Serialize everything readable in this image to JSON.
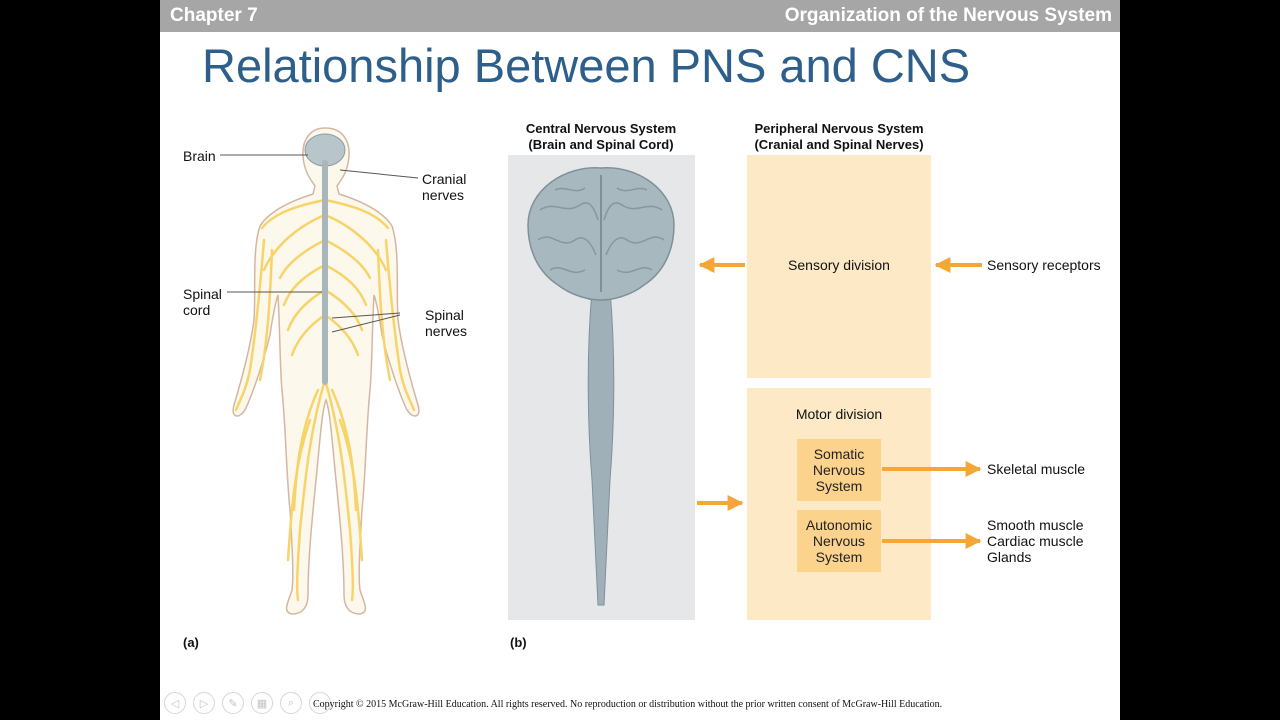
{
  "header": {
    "chapter": "Chapter 7",
    "section": "Organization of the Nervous System"
  },
  "title": "Relationship Between PNS and CNS",
  "figure_a": {
    "labels": {
      "brain": "Brain",
      "cranial_nerves": [
        "Cranial",
        "nerves"
      ],
      "spinal_cord": [
        "Spinal",
        "cord"
      ],
      "spinal_nerves": [
        "Spinal",
        "nerves"
      ]
    },
    "panel_label": "(a)"
  },
  "figure_b": {
    "cns_header": [
      "Central Nervous System",
      "(Brain and Spinal Cord)"
    ],
    "pns_header": [
      "Peripheral Nervous System",
      "(Cranial and Spinal Nerves)"
    ],
    "sensory_division": "Sensory division",
    "sensory_receptors": "Sensory receptors",
    "motor_division": "Motor division",
    "somatic": [
      "Somatic",
      "Nervous",
      "System"
    ],
    "autonomic": [
      "Autonomic",
      "Nervous",
      "System"
    ],
    "skeletal_muscle": "Skeletal muscle",
    "autonomic_targets": [
      "Smooth muscle",
      "Cardiac muscle",
      "Glands"
    ],
    "panel_label": "(b)"
  },
  "colors": {
    "arrow": "#f4a637",
    "title": "#2d5f8a",
    "header_bar": "#a6a6a6",
    "pns_box": "#fde9c6",
    "subsystem_box": "#fbd38d",
    "cns_panel": "#e6e7e9",
    "nerves": "#f7d46a",
    "cns_tissue": "#9fb0b8"
  },
  "footer": {
    "copyright": "Copyright © 2015 McGraw-Hill Education. All rights reserved. No reproduction or distribution without the prior written consent of McGraw-Hill Education."
  },
  "controls": [
    {
      "icon": "previous-icon",
      "glyph": "◁"
    },
    {
      "icon": "next-icon",
      "glyph": "▷"
    },
    {
      "icon": "pen-icon",
      "glyph": "✎"
    },
    {
      "icon": "slides-icon",
      "glyph": "▦"
    },
    {
      "icon": "zoom-icon",
      "glyph": "⌕"
    },
    {
      "icon": "more-icon",
      "glyph": "⋯"
    }
  ]
}
